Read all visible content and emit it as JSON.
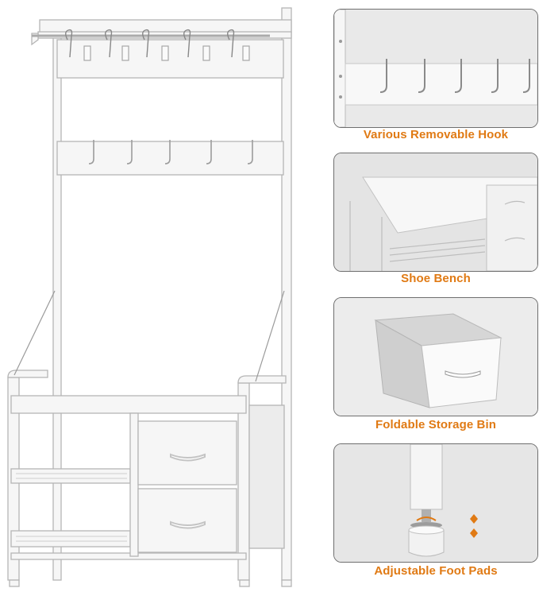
{
  "features": [
    {
      "label": "Various Removable Hook",
      "icon": "hook-closeup"
    },
    {
      "label": "Shoe Bench",
      "icon": "shoe-bench-closeup"
    },
    {
      "label": "Foldable Storage Bin",
      "icon": "storage-bin-closeup"
    },
    {
      "label": "Adjustable Foot Pads",
      "icon": "foot-pad-closeup"
    }
  ],
  "colors": {
    "accent": "#e07a14",
    "frame": "#f4f4f4",
    "outline": "#b8b8b8"
  }
}
